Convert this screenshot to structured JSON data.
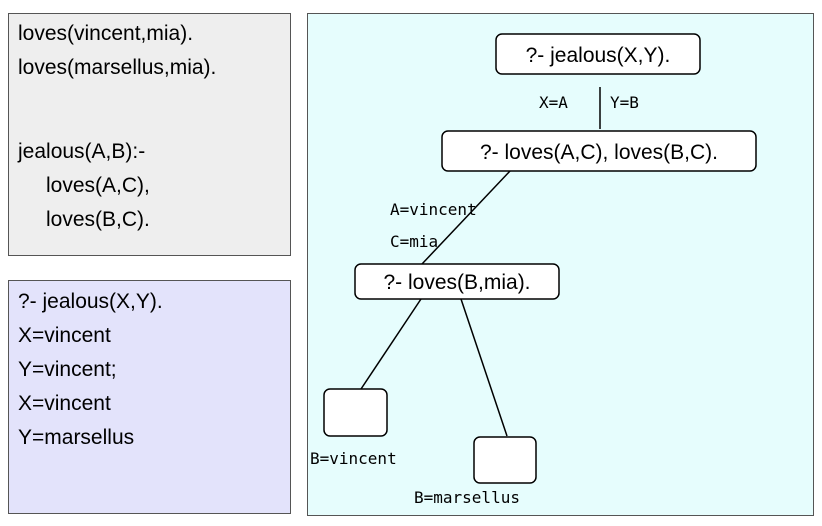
{
  "program": {
    "lines": [
      "loves(vincent,mia).",
      "loves(marsellus,mia).",
      "",
      "jealous(A,B):-",
      "loves(A,C),",
      "loves(B,C)."
    ]
  },
  "query": {
    "lines": [
      "?- jealous(X,Y).",
      "X=vincent",
      "Y=vincent;",
      "X=vincent",
      "Y=marsellus"
    ]
  },
  "tree": {
    "root_goal": "?- jealous(X,Y).",
    "edge1_left": "X=A",
    "edge1_right": "Y=B",
    "goal2": "?- loves(A,C), loves(B,C).",
    "edge2_line1": "A=vincent",
    "edge2_line2": "C=mia",
    "goal3": "?- loves(B,mia).",
    "leaf1_label": "B=vincent",
    "leaf2_label": "B=marsellus"
  }
}
